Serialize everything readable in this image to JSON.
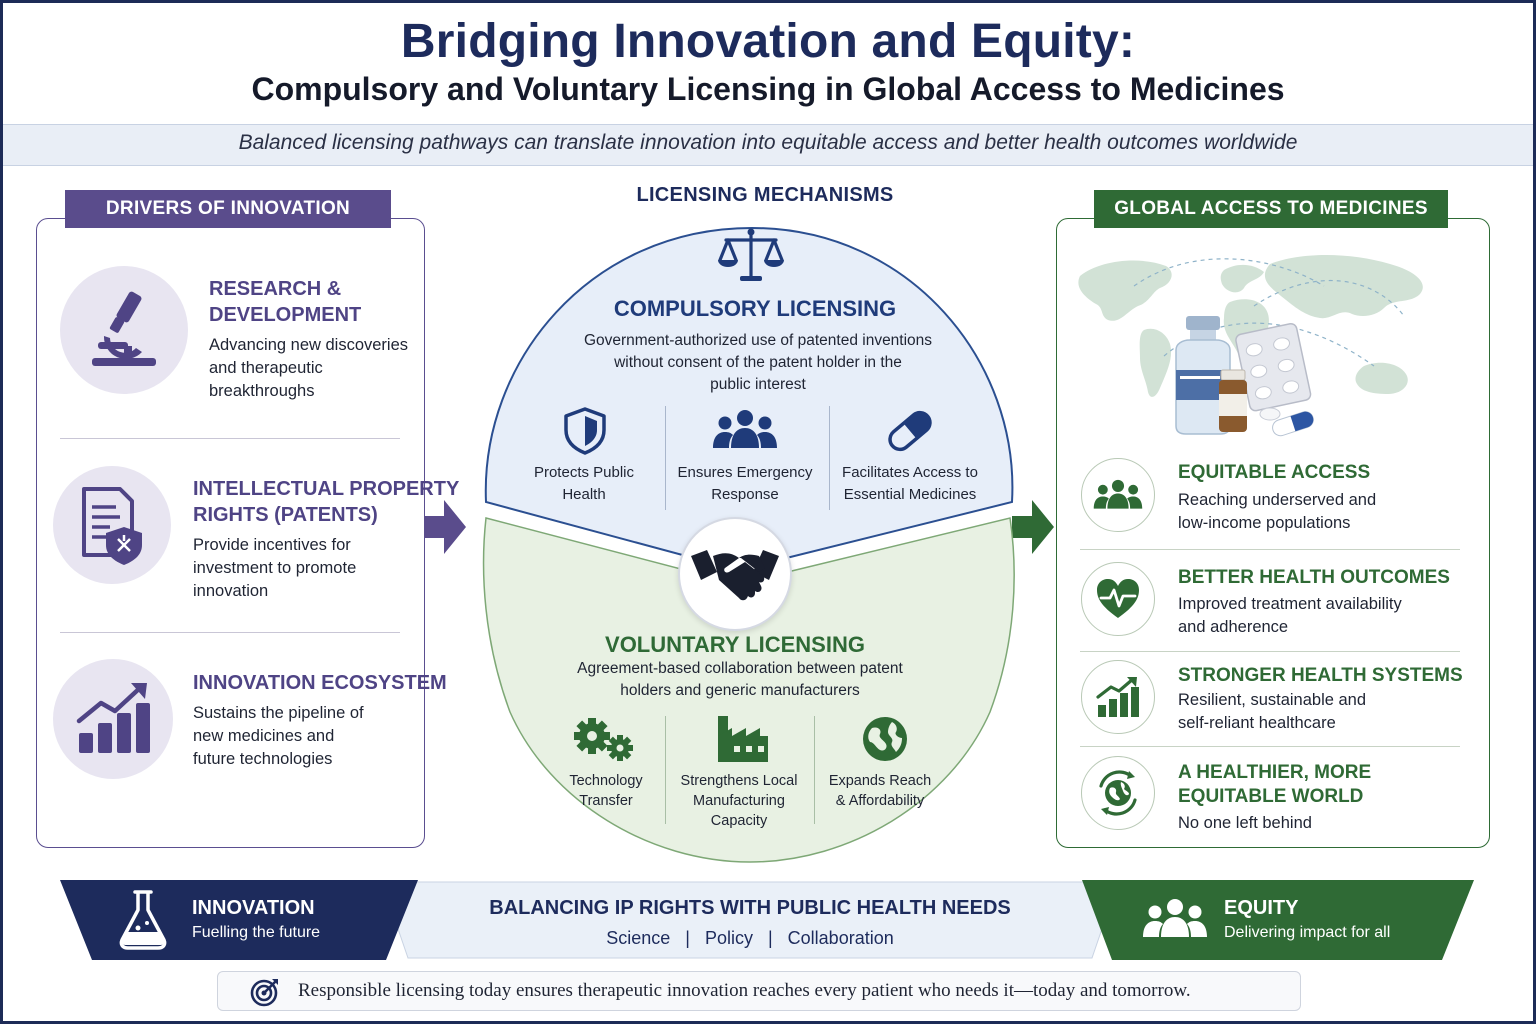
{
  "header": {
    "title": "Bridging Innovation and Equity:",
    "subtitle": "Compulsory and Voluntary Licensing in Global Access to Medicines",
    "tagline": "Balanced licensing pathways can translate innovation into equitable access and better health outcomes worldwide"
  },
  "drivers": {
    "heading": "DRIVERS OF INNOVATION",
    "items": [
      {
        "title_line1": "RESEARCH &",
        "title_line2": "DEVELOPMENT",
        "desc_lines": [
          "Advancing new discoveries",
          "and therapeutic",
          "breakthroughs"
        ],
        "icon": "microscope-icon"
      },
      {
        "title_line1": "INTELLECTUAL PROPERTY",
        "title_line2": "RIGHTS (PATENTS)",
        "desc_lines": [
          "Provide incentives for",
          "investment to promote",
          "innovation"
        ],
        "icon": "patent-document-shield-icon"
      },
      {
        "title_line1": "INNOVATION ECOSYSTEM",
        "desc_lines": [
          "Sustains the pipeline of",
          "new medicines and",
          "future technologies"
        ],
        "icon": "growth-chart-icon"
      }
    ]
  },
  "mechanisms": {
    "heading": "LICENSING MECHANISMS",
    "compulsory": {
      "title": "COMPULSORY LICENSING",
      "desc_lines": [
        "Government-authorized use of patented inventions",
        "without consent of the patent holder in the",
        "public interest"
      ],
      "features": [
        {
          "lines": [
            "Protects Public",
            "Health"
          ],
          "icon": "shield-icon"
        },
        {
          "lines": [
            "Ensures Emergency",
            "Response"
          ],
          "icon": "people-group-icon"
        },
        {
          "lines": [
            "Facilitates Access to",
            "Essential Medicines"
          ],
          "icon": "capsule-icon"
        }
      ]
    },
    "voluntary": {
      "title": "VOLUNTARY LICENSING",
      "desc_lines": [
        "Agreement-based collaboration between patent",
        "holders and generic manufacturers"
      ],
      "features": [
        {
          "lines": [
            "Technology",
            "Transfer"
          ],
          "icon": "gears-icon"
        },
        {
          "lines": [
            "Strengthens Local",
            "Manufacturing",
            "Capacity"
          ],
          "icon": "factory-icon"
        },
        {
          "lines": [
            "Expands Reach",
            "& Affordability"
          ],
          "icon": "globe-icon"
        }
      ]
    }
  },
  "access": {
    "heading": "GLOBAL ACCESS TO MEDICINES",
    "items": [
      {
        "title": "EQUITABLE ACCESS",
        "desc_lines": [
          "Reaching underserved and",
          "low-income populations"
        ],
        "icon": "people-group-icon"
      },
      {
        "title": "BETTER HEALTH OUTCOMES",
        "desc_lines": [
          "Improved treatment availability",
          "and adherence"
        ],
        "icon": "heart-pulse-icon"
      },
      {
        "title": "STRONGER HEALTH SYSTEMS",
        "desc_lines": [
          "Resilient, sustainable and",
          "self-reliant healthcare"
        ],
        "icon": "bar-chart-up-icon"
      },
      {
        "title_line1": "A HEALTHIER, MORE",
        "title_line2": "EQUITABLE WORLD",
        "desc_lines": [
          "No one left behind"
        ],
        "icon": "globe-arrows-icon"
      }
    ]
  },
  "banner": {
    "innovation": {
      "label": "INNOVATION",
      "sub": "Fuelling the future"
    },
    "balance": {
      "label": "BALANCING IP RIGHTS WITH PUBLIC HEALTH NEEDS",
      "sub": "Science   |   Policy   |   Collaboration"
    },
    "equity": {
      "label": "EQUITY",
      "sub": "Delivering impact for all"
    }
  },
  "footer": {
    "text": "Responsible licensing today ensures therapeutic innovation reaches every patient who needs it—today and tomorrow."
  },
  "colors": {
    "navy": "#1d2b5c",
    "purple": "#5a4c8c",
    "green": "#2f6a35",
    "compulsory_fill": "#e7eef9",
    "voluntary_fill": "#e8f1e3"
  }
}
